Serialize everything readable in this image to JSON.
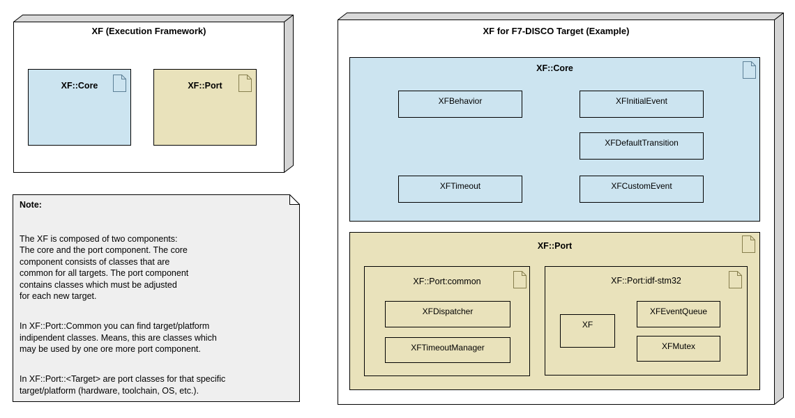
{
  "left_node": {
    "title": "XF (Execution Framework)",
    "core_artifact": {
      "label": "XF::Core"
    },
    "port_artifact": {
      "label": "XF::Port"
    }
  },
  "note": {
    "heading": "Note:",
    "paragraphs": [
      "The XF is composed of two components:\nThe core and the port component. The core\ncomponent consists of classes that are\ncommon for all targets. The port component\ncontains classes which must be adjusted\nfor each new target.",
      "In XF::Port::Common you can find target/platform\nindipendent classes. Means, this are classes which\nmay be used by one ore more port component.",
      "In XF::Port::<Target> are port classes for that specific\ntarget/platform (hardware, toolchain, OS, etc.)."
    ]
  },
  "right_node": {
    "title": "XF for F7-DISCO Target (Example)",
    "core": {
      "title": "XF::Core",
      "classes": {
        "behavior": "XFBehavior",
        "initial_event": "XFInitialEvent",
        "default_transition": "XFDefaultTransition",
        "timeout": "XFTimeout",
        "custom_event": "XFCustomEvent"
      }
    },
    "port": {
      "title": "XF::Port",
      "common": {
        "title": "XF::Port:common",
        "classes": {
          "dispatcher": "XFDispatcher",
          "timeout_manager": "XFTimeoutManager"
        }
      },
      "idf_stm32": {
        "title": "XF::Port:idf-stm32",
        "classes": {
          "xf": "XF",
          "event_queue": "XFEventQueue",
          "mutex": "XFMutex"
        }
      }
    }
  },
  "colors": {
    "core_fill": "#cce4f0",
    "port_fill": "#e9e2bb",
    "note_fill": "#efefef",
    "node_front": "#ffffff",
    "node_top_face": "#d9d9d9",
    "node_side_face": "#d4d4d4",
    "outline": "#000000",
    "core_icon_stroke": "#5b7f96",
    "port_icon_stroke": "#867e4d"
  }
}
